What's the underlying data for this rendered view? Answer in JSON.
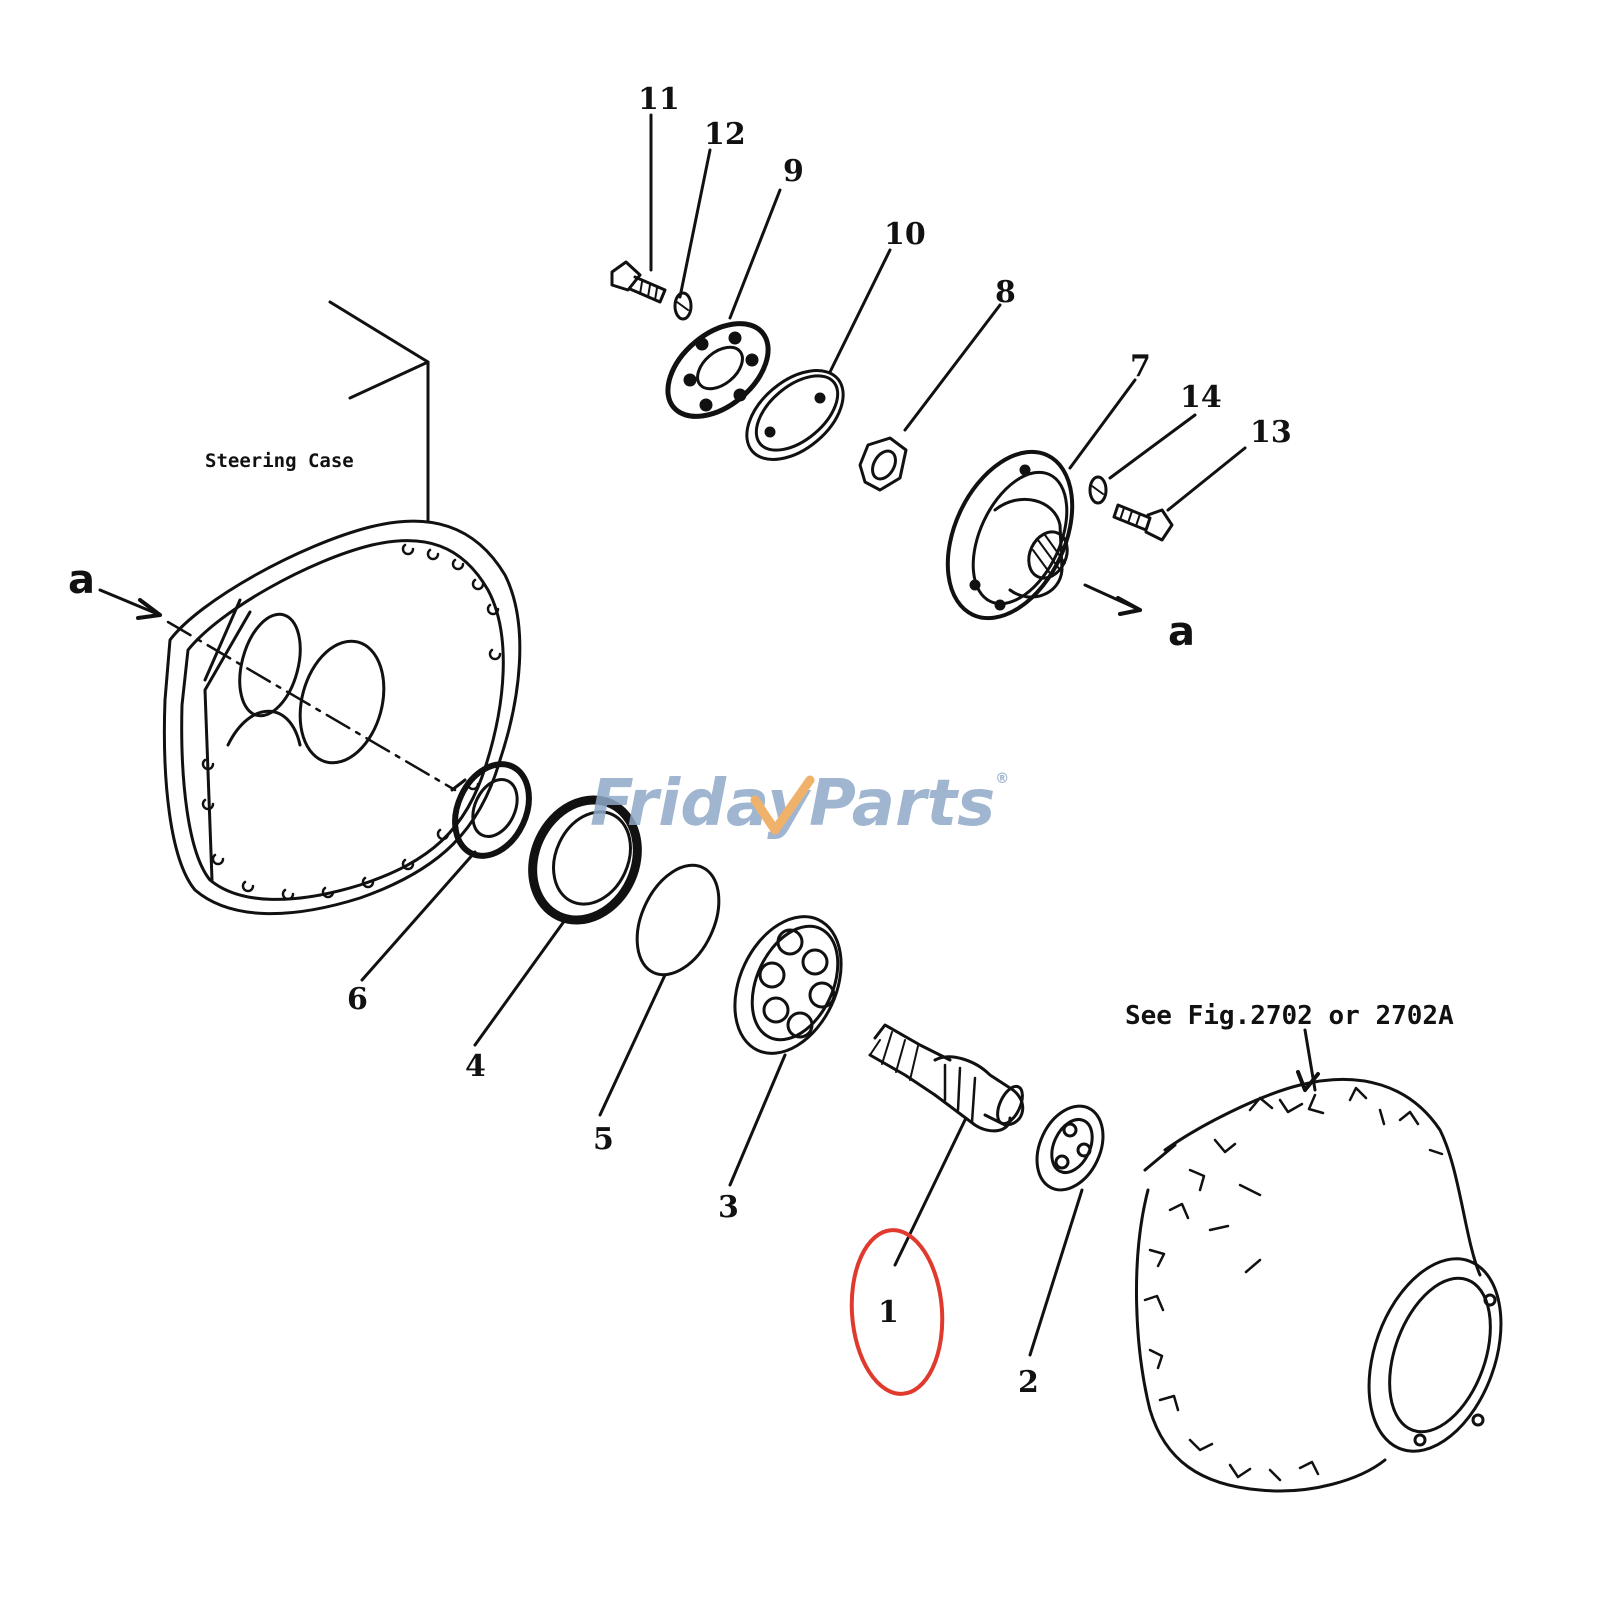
{
  "labels": {
    "p1": "1",
    "p2": "2",
    "p3": "3",
    "p4": "4",
    "p5": "5",
    "p6": "6",
    "p7": "7",
    "p8": "8",
    "p9": "9",
    "p10": "10",
    "p11": "11",
    "p12": "12",
    "p13": "13",
    "p14": "14",
    "a_left": "a",
    "a_right": "a"
  },
  "notes": {
    "steering_case": "Steering Case",
    "see_fig": "See Fig.2702 or 2702A"
  },
  "watermark": {
    "text_friday": "Friday",
    "text_parts": "Parts",
    "registered": "®",
    "color_main": "#8fa9c8",
    "color_accent": "#f0b26a"
  },
  "highlight": {
    "target_part": "1",
    "color": "#e03a2e"
  },
  "colors": {
    "ink": "#111111",
    "paper": "#ffffff"
  }
}
